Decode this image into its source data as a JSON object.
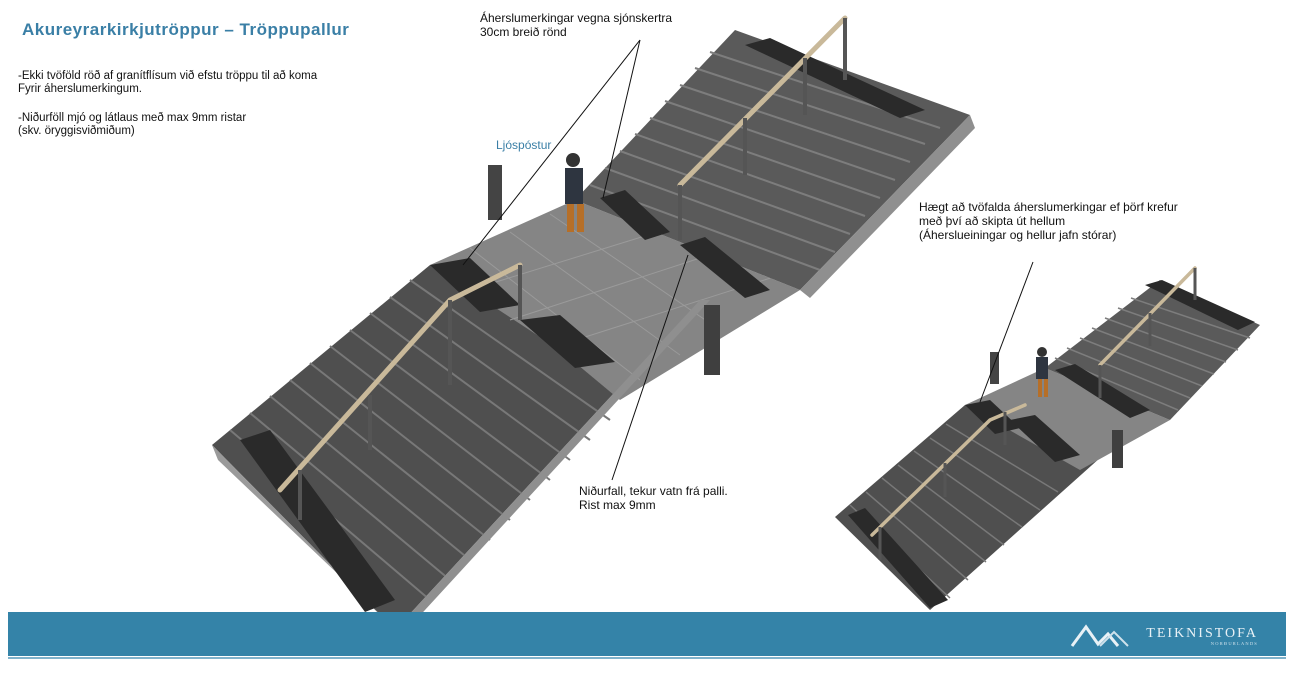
{
  "title": "Akureyrarkirkjutröppur – Tröppupallur",
  "notes": [
    "-Ekki tvöföld röð af granítflísum við efstu tröppu til að koma\nFyrir áherslumerkingum.",
    "-Niðurföll mjó og látlaus með max 9mm ristar\n(skv. öryggisviðmiðum)"
  ],
  "annotations": {
    "tactile": "Áherslumerkingar vegna sjónskertra\n30cm breið rönd",
    "lamp": "Ljóspóstur",
    "drain": "Niðurfall, tekur vatn frá palli.\nRist max 9mm",
    "double": "Hægt að tvöfalda áherslumerkingar ef þörf krefur\nmeð því að skipta út hellum\n(Áherslueiningar og hellur jafn stórar)"
  },
  "footer": {
    "logo_name": "TEIKNISTOFA",
    "logo_sub": "NORÐURLANDS",
    "logo_icon": "mountain-logo-icon",
    "color": "#3483a8"
  }
}
